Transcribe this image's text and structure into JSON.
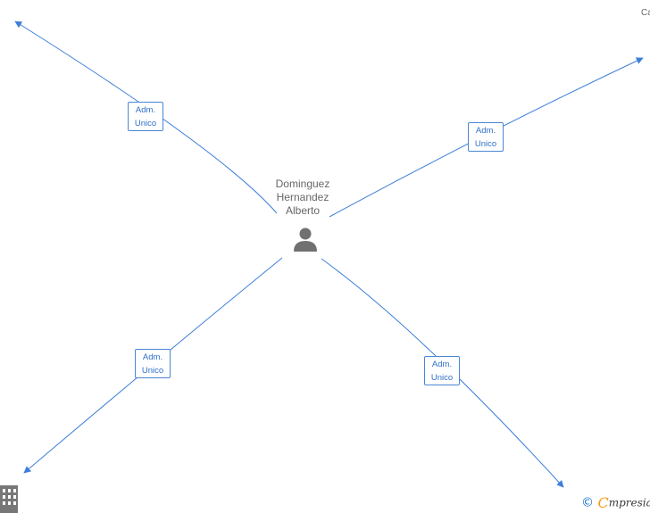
{
  "person": {
    "name_lines": [
      "Dominguez",
      "Hernandez",
      "Alberto"
    ],
    "icon": "person-icon",
    "icon_color": "#707070"
  },
  "relations": [
    {
      "role_lines": [
        "Adm.",
        "Unico"
      ],
      "direction": "north-west"
    },
    {
      "role_lines": [
        "Adm.",
        "Unico"
      ],
      "direction": "north-east"
    },
    {
      "role_lines": [
        "Adm.",
        "Unico"
      ],
      "direction": "south-west"
    },
    {
      "role_lines": [
        "Adm.",
        "Unico"
      ],
      "direction": "south-east"
    }
  ],
  "corner_label": "Ca",
  "footer": {
    "copyright_symbol": "©",
    "brand_initial": "C",
    "brand_rest": "mpresia"
  },
  "colors": {
    "edge": "#3d7fd9",
    "role_border": "#4a86d6",
    "role_text": "#2f6fc8",
    "name_text": "#666666",
    "building_icon": "#777777",
    "brand_orange": "#f39c12"
  },
  "icons": [
    "person-icon",
    "building-icon",
    "arrowhead-icon",
    "copyright-icon"
  ]
}
